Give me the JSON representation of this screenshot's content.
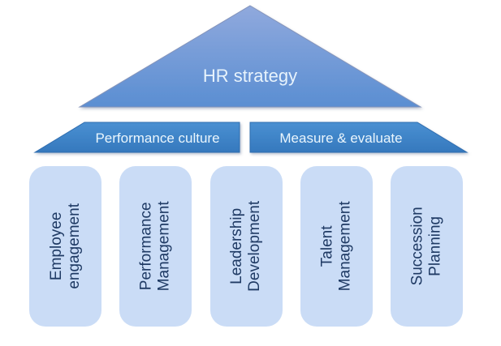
{
  "diagram": {
    "title": "HR strategy",
    "bands": [
      {
        "label": "Performance culture"
      },
      {
        "label": "Measure & evaluate"
      }
    ],
    "pillars": [
      {
        "line1": "Employee",
        "line2": "engagement"
      },
      {
        "line1": "Performance",
        "line2": "Management"
      },
      {
        "line1": "Leadership",
        "line2": "Development"
      },
      {
        "line1": "Talent",
        "line2": "Management"
      },
      {
        "line1": "Succession",
        "line2": "Planning"
      }
    ],
    "colors": {
      "triangle_gradient_top": "#90a9dd",
      "triangle_gradient_bottom": "#5a8ed2",
      "triangle_border": "#8494bb",
      "band_gradient_top": "#4a90d2",
      "band_gradient_bottom": "#3578bd",
      "band_border": "#2f6daf",
      "band_text": "#eaf6fd",
      "title_text": "#e7f3fc",
      "pillar_fill": "#cadcf6",
      "pillar_text": "#1f3a64",
      "background": "#ffffff"
    }
  }
}
